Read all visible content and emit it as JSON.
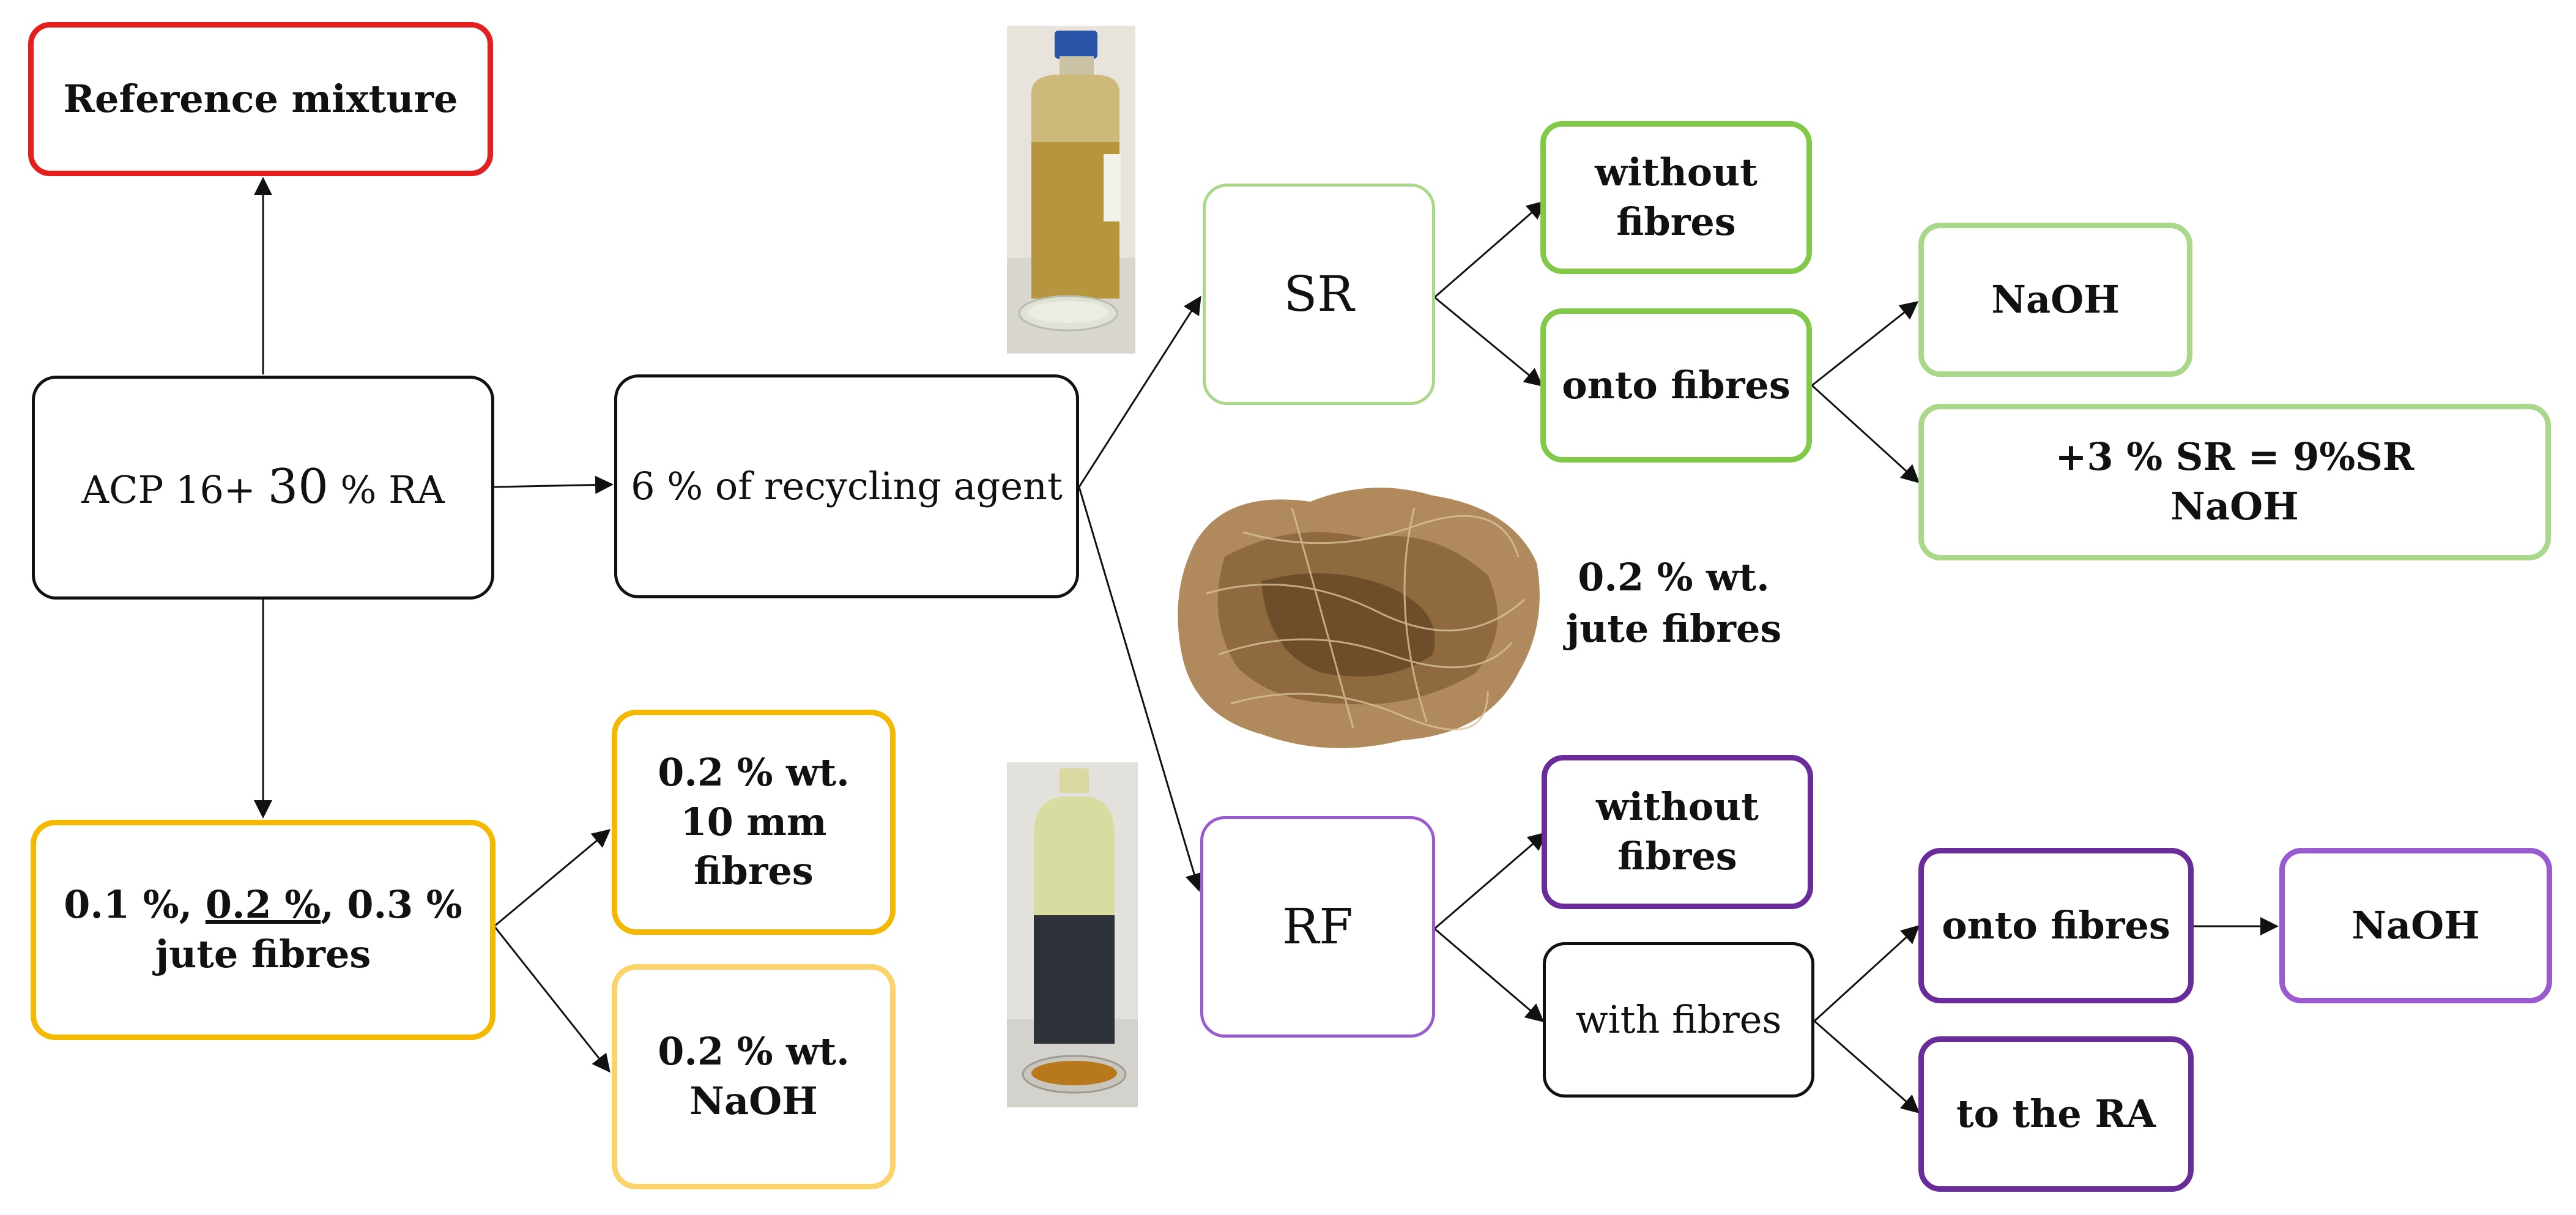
{
  "colors": {
    "red": "#e41f1f",
    "black": "#111111",
    "yellow": "#f5b800",
    "yellow_light": "#fbd36a",
    "green": "#82c94a",
    "green_light": "#a9d88a",
    "purple": "#6a2c9a",
    "purple_light": "#9a5bd0"
  },
  "nodes": {
    "reference": "Reference mixture",
    "acp_pre": "ACP 16+ ",
    "acp_num": "30",
    "acp_post": " % RA",
    "recycling": "6 % of recycling agent",
    "jute_a": "0.1 %, ",
    "jute_b": "0.2 %",
    "jute_c": ", 0.3 %",
    "jute_d": "jute fibres",
    "f10_line1": "0.2 % wt.",
    "f10_line2": "10 mm",
    "f10_line3": "fibres",
    "naoh_y_line1": "0.2 % wt.",
    "naoh_y_line2": "NaOH",
    "sr": "SR",
    "sr_without_line1": "without",
    "sr_without_line2": "fibres",
    "sr_onto": "onto fibres",
    "sr_naoh": "NaOH",
    "sr_plus_line1": "+3 % SR = 9%SR",
    "sr_plus_line2": "NaOH",
    "rf": "RF",
    "rf_without_line1": "without",
    "rf_without_line2": "fibres",
    "rf_with": "with fibres",
    "rf_onto": "onto fibres",
    "rf_naoh": "NaOH",
    "rf_to_ra": "to the RA"
  },
  "jute_label": {
    "line1": "0.2 % wt.",
    "line2": "jute fibres"
  },
  "images": {
    "sr_bottle": "photo-sr-bottle",
    "jute_fibres": "photo-jute-fibres",
    "rf_bottle": "photo-rf-bottle"
  }
}
